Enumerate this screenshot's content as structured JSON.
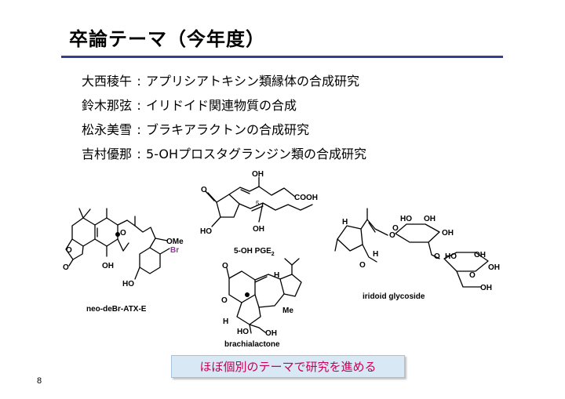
{
  "slide": {
    "title": "卒論テーマ（今年度）",
    "page_number": "8",
    "footer_banner": "ほぼ個別のテーマで研究を進める"
  },
  "themes": [
    {
      "name": "大西稜午",
      "separator": ":",
      "topic": "アプリシアトキシン類縁体の合成研究"
    },
    {
      "name": "鈴木那弦",
      "separator": ":",
      "topic": "イリドイド関連物質の合成"
    },
    {
      "name": "松永美雪",
      "separator": ":",
      "topic": "ブラキアラクトンの合成研究"
    },
    {
      "name": "吉村優那",
      "separator": ":",
      "topic": "5-OHプロスタグランジン類の合成研究"
    }
  ],
  "molecules": {
    "atx": {
      "label": "neo-deBr-ATX-E",
      "O_ring": "O",
      "O_lactone": "O",
      "O_carbonyl": "O",
      "OH": "OH",
      "OMe": "OMe",
      "Br": "Br",
      "HO": "HO"
    },
    "pge": {
      "label_main": "5-OH PGE",
      "label_sub": "2",
      "O_ketone": "O",
      "OH_top": "OH",
      "locant": "5",
      "COOH": "COOH",
      "HO": "HO",
      "OH_bottom": "OH"
    },
    "brach": {
      "label": "brachialactone",
      "O_carbonyl": "O",
      "O_ring": "O",
      "H_top": "H",
      "Me": "Me",
      "H_bottom": "H",
      "HO": "HO",
      "OH": "OH"
    },
    "irid": {
      "label": "iridoid glycoside",
      "O_link": "O",
      "O_ring1": "O",
      "O_ring2": "O",
      "O_bridge": "O",
      "H1": "H",
      "H2": "H",
      "O_ald": "O",
      "HO_1": "HO",
      "OH_1": "OH",
      "OH_2": "OH",
      "HO_2": "HO",
      "OH_3": "OH",
      "OH_4": "OH",
      "OH_5": "OH"
    }
  },
  "colors": {
    "rule": "#34408f",
    "banner_text": "#c8005a",
    "banner_bg": "#d8e8f5",
    "bromine": "#8b3a96"
  }
}
